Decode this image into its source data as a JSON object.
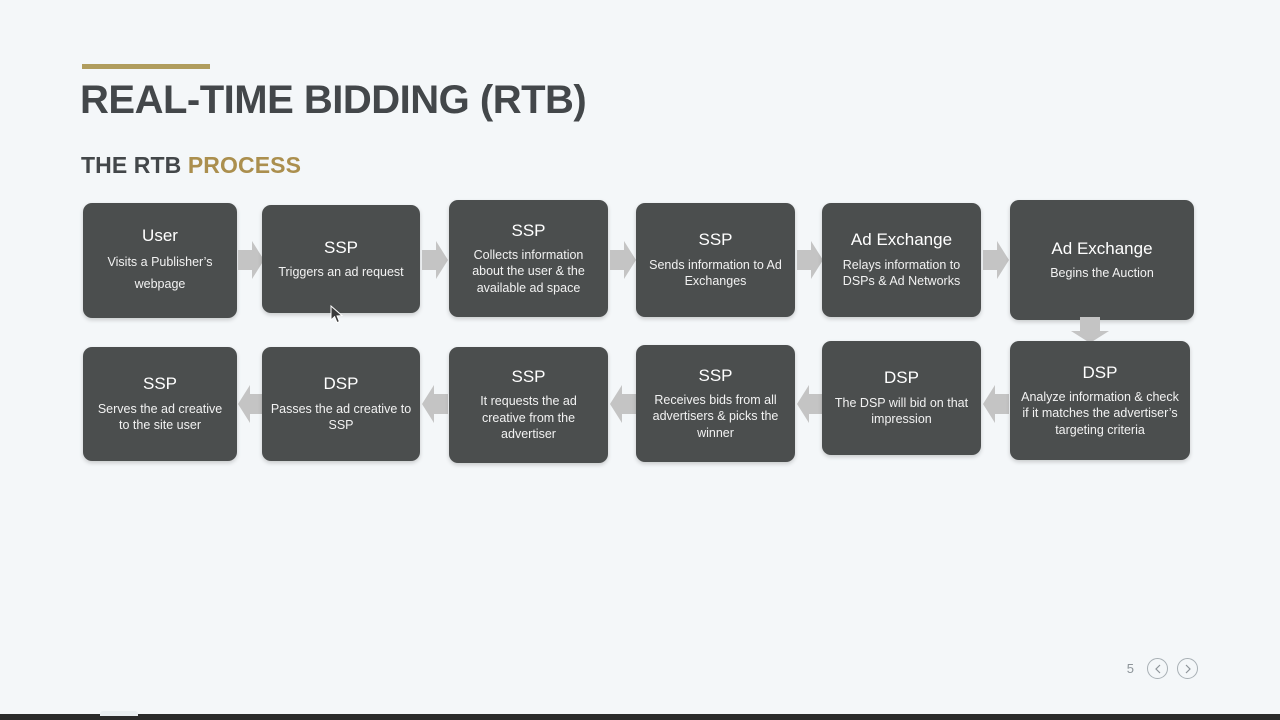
{
  "slide": {
    "title": "REAL-TIME BIDDING (RTB)",
    "subtitle_plain": "THE RTB ",
    "subtitle_accent": "PROCESS",
    "accent_color": "#b09d5e",
    "accent_text_color": "#ab8f4e",
    "background_color": "#f4f7f9",
    "node_color": "#4b4e4e",
    "arrow_color": "#c4c4c4"
  },
  "flow": {
    "row1": [
      {
        "title": "User",
        "desc": "Visits a Publisher’s webpage"
      },
      {
        "title": "SSP",
        "desc": "Triggers an ad request"
      },
      {
        "title": "SSP",
        "desc": "Collects information about the user & the available ad space"
      },
      {
        "title": "SSP",
        "desc": "Sends information to Ad Exchanges"
      },
      {
        "title": "Ad Exchange",
        "desc": "Relays information to DSPs & Ad Networks"
      },
      {
        "title": "Ad Exchange",
        "desc": "Begins the Auction"
      }
    ],
    "row2": [
      {
        "title": "SSP",
        "desc": "Serves the ad creative to the site user"
      },
      {
        "title": "DSP",
        "desc": "Passes the ad creative to SSP"
      },
      {
        "title": "SSP",
        "desc": "It requests the ad creative from the advertiser"
      },
      {
        "title": "SSP",
        "desc": "Receives bids from all advertisers & picks the winner"
      },
      {
        "title": "DSP",
        "desc": "The DSP will bid on that impression"
      },
      {
        "title": "DSP",
        "desc": "Analyze information & check if it matches the advertiser’s targeting criteria"
      }
    ]
  },
  "footer": {
    "page_number": "5",
    "prev_label": "‹",
    "next_label": "›"
  }
}
